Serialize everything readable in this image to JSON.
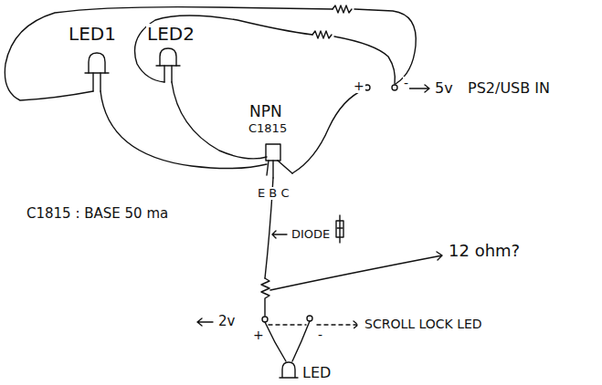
{
  "diagram": {
    "labels": [
      "LED1",
      "LED2",
      "NPN",
      "C1815",
      "E B C",
      "C1815 : BASE 50 ma",
      "DIODE",
      "12 ohm?",
      "2v",
      "SCROLL LOCK LED",
      "LED",
      "5v",
      "PS2/USB IN",
      "+",
      "-",
      "+",
      "-"
    ]
  }
}
